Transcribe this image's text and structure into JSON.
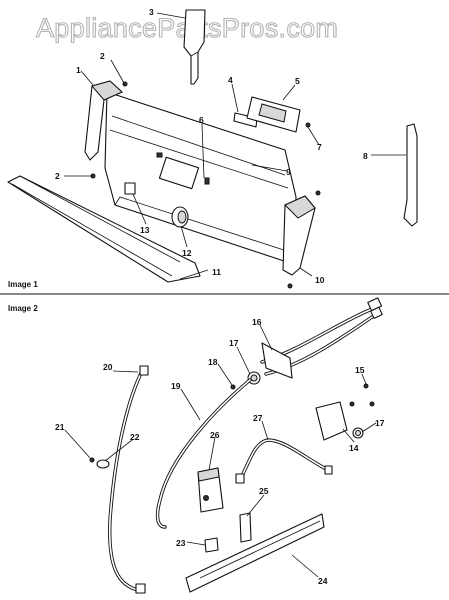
{
  "watermark": "AppliancePartsPros.com",
  "sections": [
    {
      "label": "Image 1"
    },
    {
      "label": "Image 2"
    }
  ],
  "callouts": [
    "1",
    "2",
    "3",
    "4",
    "5",
    "6",
    "7",
    "8",
    "9",
    "10",
    "11",
    "12",
    "13",
    "2",
    "16",
    "15",
    "17",
    "18",
    "19",
    "20",
    "21",
    "22",
    "26",
    "27",
    "14",
    "17",
    "25",
    "23",
    "24"
  ]
}
